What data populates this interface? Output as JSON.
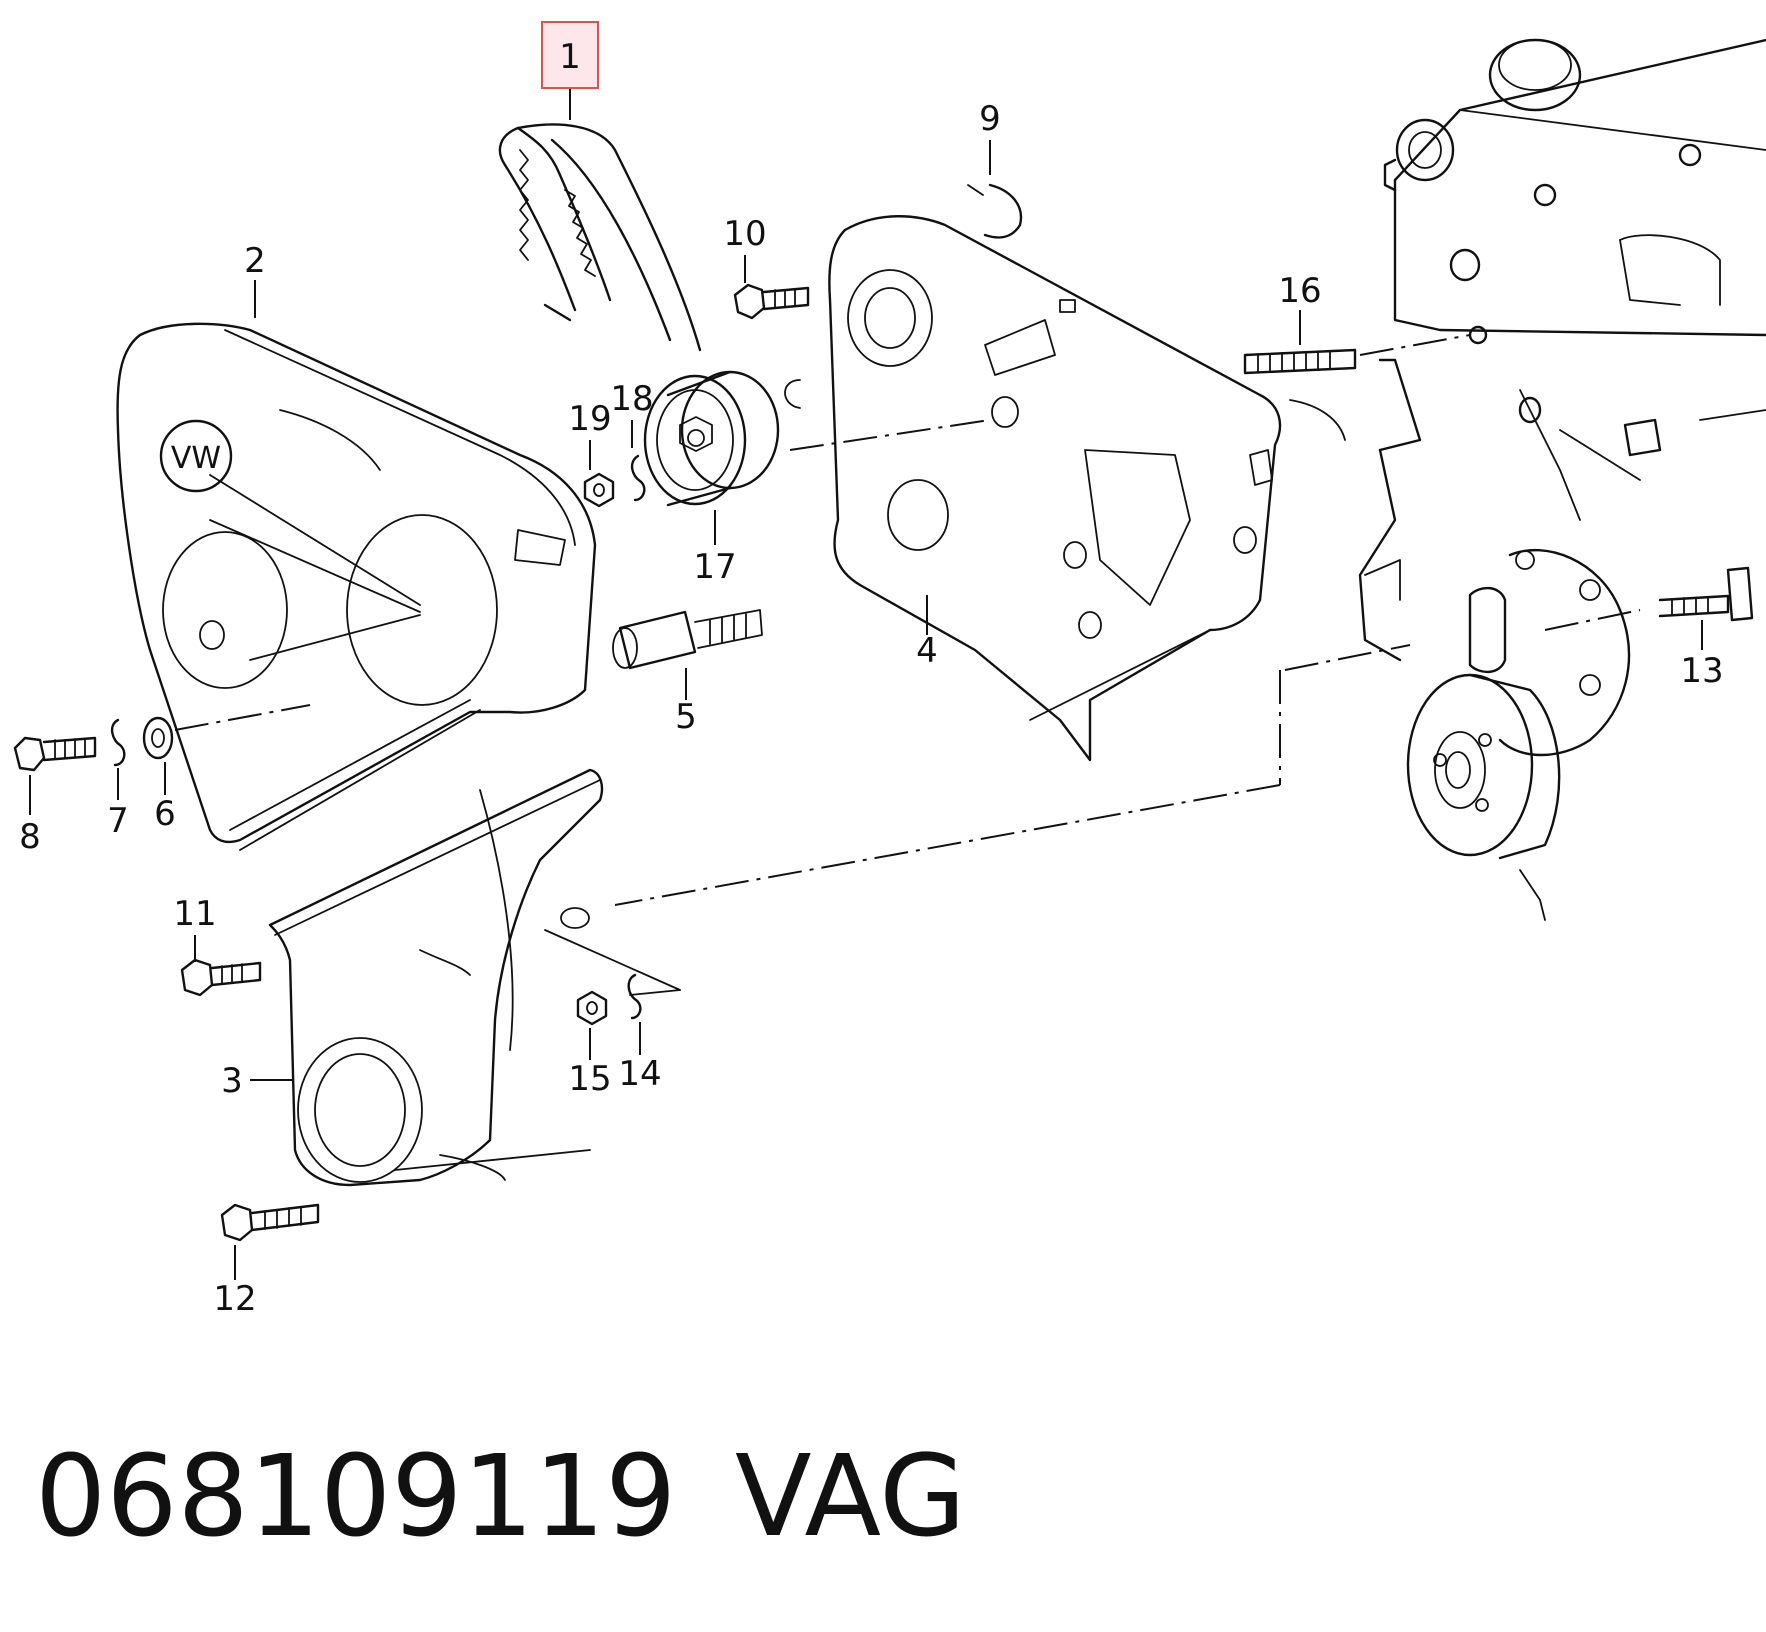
{
  "diagram": {
    "highlight": {
      "color": "#d9534f",
      "fill": "#fde7ea"
    },
    "callouts": [
      {
        "id": "1",
        "label": "1",
        "highlighted": true
      },
      {
        "id": "2",
        "label": "2"
      },
      {
        "id": "3",
        "label": "3"
      },
      {
        "id": "4",
        "label": "4"
      },
      {
        "id": "5",
        "label": "5"
      },
      {
        "id": "6",
        "label": "6"
      },
      {
        "id": "7",
        "label": "7"
      },
      {
        "id": "8",
        "label": "8"
      },
      {
        "id": "9",
        "label": "9"
      },
      {
        "id": "10",
        "label": "10"
      },
      {
        "id": "11",
        "label": "11"
      },
      {
        "id": "12",
        "label": "12"
      },
      {
        "id": "13",
        "label": "13"
      },
      {
        "id": "14",
        "label": "14"
      },
      {
        "id": "15",
        "label": "15"
      },
      {
        "id": "16",
        "label": "16"
      },
      {
        "id": "17",
        "label": "17"
      },
      {
        "id": "18",
        "label": "18"
      },
      {
        "id": "19",
        "label": "19"
      }
    ],
    "emblem_text": "VW"
  },
  "footer": {
    "part_number": "068109119",
    "brand": "VAG"
  }
}
